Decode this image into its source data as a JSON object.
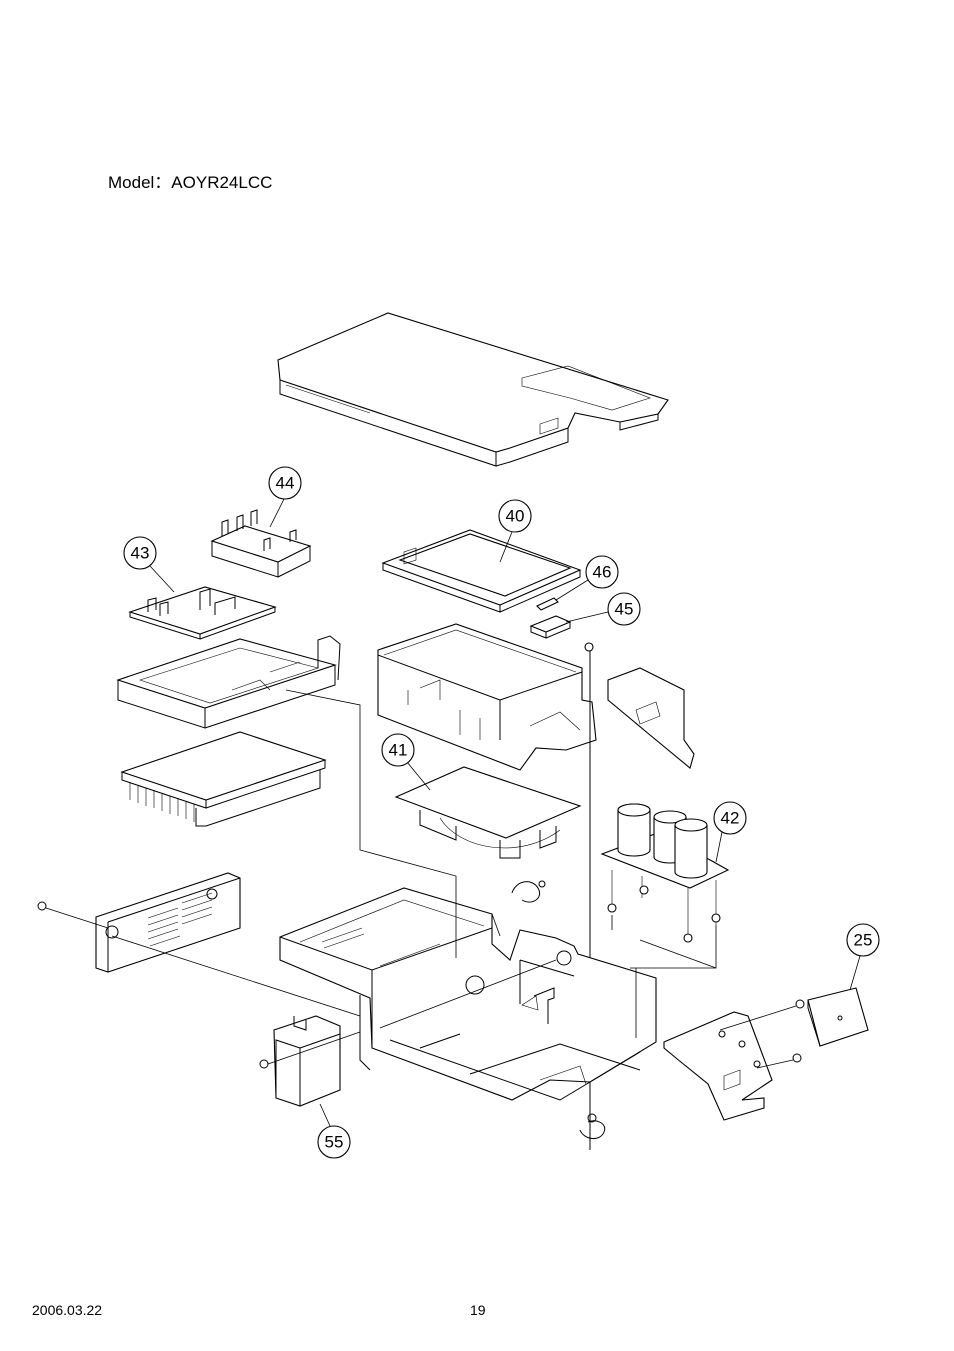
{
  "header": {
    "model_line": "Model：AOYR24LCC"
  },
  "footer": {
    "date": "2006.03.22",
    "page_number": "19"
  },
  "callouts": {
    "c25": "25",
    "c40": "40",
    "c41": "41",
    "c42": "42",
    "c43": "43",
    "c44": "44",
    "c45": "45",
    "c46": "46",
    "c55": "55"
  }
}
